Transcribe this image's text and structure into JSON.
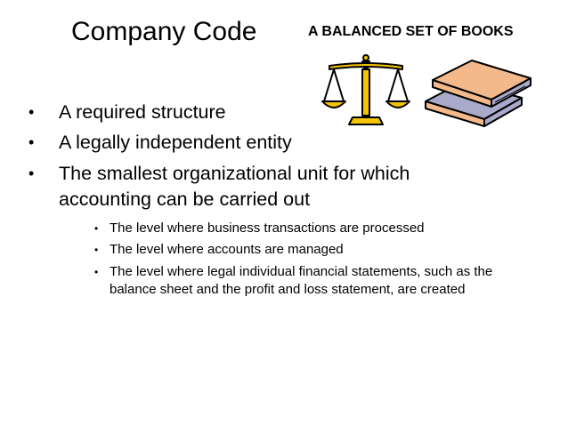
{
  "slide": {
    "title": "Company Code",
    "banner": "A BALANCED SET OF BOOKS",
    "bullet_glyph": "•",
    "bullets": [
      "A required structure",
      "A legally independent entity",
      "The smallest organizational unit for which accounting can be carried out"
    ],
    "sub_bullets": [
      "The level where business transactions are processed",
      "The level where accounts are managed",
      "The level where legal individual financial statements, such as the balance sheet and the profit and loss statement, are created"
    ],
    "illustration": [
      "scales-of-justice-icon",
      "stack-of-books-icon"
    ],
    "colors": {
      "scale_gold": "#f2c400",
      "book_cover": "#f3b98a",
      "book_pages": "#a9a9c9",
      "outline": "#000000"
    }
  }
}
